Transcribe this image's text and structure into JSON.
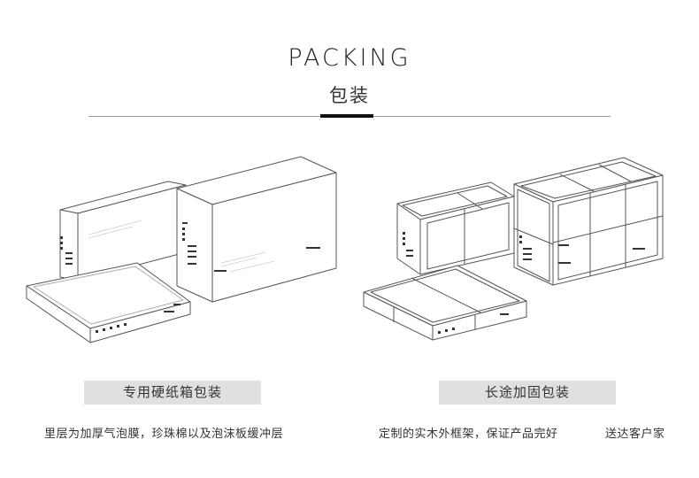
{
  "header": {
    "title_en": "PACKING",
    "title_cn": "包装"
  },
  "left_panel": {
    "caption": "专用硬纸箱包装",
    "description": "里层为加厚气泡膜，珍珠棉以及泡沫板缓冲层"
  },
  "right_panel": {
    "caption": "长途加固包装",
    "description_part1": "定制的实木外框架，保证产品完好",
    "description_part2": "送达客户家"
  },
  "colors": {
    "line": "#9a9a9a",
    "accent": "#111111",
    "caption_bg": "#e0e0e0"
  }
}
